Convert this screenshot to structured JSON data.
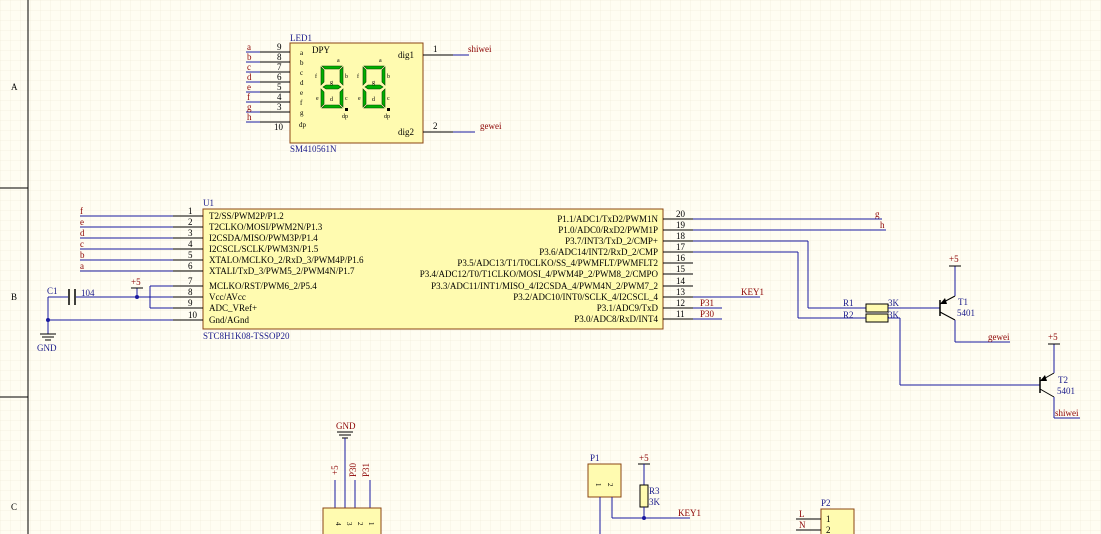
{
  "border": {
    "rows": [
      "A",
      "B",
      "C"
    ]
  },
  "led": {
    "designator": "LED1",
    "type_label": "DPY",
    "part": "SM410561N",
    "left_pins": [
      {
        "net": "a",
        "num": "9",
        "name": "a"
      },
      {
        "net": "b",
        "num": "8",
        "name": "b"
      },
      {
        "net": "c",
        "num": "7",
        "name": "c"
      },
      {
        "net": "d",
        "num": "6",
        "name": "d"
      },
      {
        "net": "e",
        "num": "5",
        "name": "e"
      },
      {
        "net": "f",
        "num": "4",
        "name": "f"
      },
      {
        "net": "g",
        "num": "3",
        "name": "g"
      },
      {
        "net": "h",
        "num": "10",
        "name": "dp"
      }
    ],
    "right_pins": [
      {
        "name": "dig1",
        "num": "1",
        "net": "shiwei"
      },
      {
        "name": "dig2",
        "num": "2",
        "net": "gewei"
      }
    ],
    "seg_labels": {
      "a": "a",
      "b": "b",
      "c": "c",
      "d": "d",
      "e": "e",
      "f": "f",
      "g": "g",
      "dp": "dp"
    }
  },
  "mcu": {
    "designator": "U1",
    "part": "STC8H1K08-TSSOP20",
    "left_pins": [
      {
        "net": "f",
        "num": "1",
        "name": "T2/SS/PWM2P/P1.2"
      },
      {
        "net": "e",
        "num": "2",
        "name": "T2CLKO/MOSI/PWM2N/P1.3"
      },
      {
        "net": "d",
        "num": "3",
        "name": "I2CSDA/MISO/PWM3P/P1.4"
      },
      {
        "net": "c",
        "num": "4",
        "name": "I2CSCL/SCLK/PWM3N/P1.5"
      },
      {
        "net": "b",
        "num": "5",
        "name": "XTALO/MCLKO_2/RxD_3/PWM4P/P1.6"
      },
      {
        "net": "a",
        "num": "6",
        "name": "XTALI/TxD_3/PWM5_2/PWM4N/P1.7"
      },
      {
        "net": "",
        "num": "7",
        "name": "MCLKO/RST/PWM6_2/P5.4"
      },
      {
        "net": "",
        "num": "8",
        "name": "Vcc/AVcc"
      },
      {
        "net": "",
        "num": "9",
        "name": "ADC_VRef+"
      },
      {
        "net": "",
        "num": "10",
        "name": "Gnd/AGnd"
      }
    ],
    "right_pins": [
      {
        "num": "20",
        "name": "P1.1/ADC1/TxD2/PWM1N",
        "net": "g"
      },
      {
        "num": "19",
        "name": "P1.0/ADC0/RxD2/PWM1P",
        "net": "h"
      },
      {
        "num": "18",
        "name": "P3.7/INT3/TxD_2/CMP+",
        "net": ""
      },
      {
        "num": "17",
        "name": "P3.6/ADC14/INT2/RxD_2/CMP",
        "net": ""
      },
      {
        "num": "16",
        "name": "P3.5/ADC13/T1/T0CLKO/SS_4/PWMFLT/PWMFLT2",
        "net": ""
      },
      {
        "num": "15",
        "name": "P3.4/ADC12/T0/T1CLKO/MOSI_4/PWM4P_2/PWM8_2/CMPO",
        "net": ""
      },
      {
        "num": "14",
        "name": "P3.3/ADC11/INT1/MISO_4/I2CSDA_4/PWM4N_2/PWM7_2",
        "net": ""
      },
      {
        "num": "13",
        "name": "P3.2/ADC10/INT0/SCLK_4/I2CSCL_4",
        "net": "KEY1"
      },
      {
        "num": "12",
        "name": "P3.1/ADC9/TxD",
        "net": "P31"
      },
      {
        "num": "11",
        "name": "P3.0/ADC8/RxD/INT4",
        "net": "P30"
      }
    ]
  },
  "cap": {
    "designator": "C1",
    "value": "104",
    "gnd_label": "GND",
    "vcc_label": "+5"
  },
  "r1": {
    "designator": "R1",
    "value": "3K"
  },
  "r2": {
    "designator": "R2",
    "value": "3K"
  },
  "t1": {
    "designator": "T1",
    "part": "5401",
    "vcc": "+5",
    "net": "gewei"
  },
  "t2": {
    "designator": "T2",
    "part": "5401",
    "vcc": "+5",
    "net": "shiwei"
  },
  "header": {
    "gnd_label": "GND",
    "nets": [
      "+5",
      "P30",
      "P31"
    ],
    "pins": [
      "4",
      "3",
      "2",
      "1"
    ]
  },
  "p1": {
    "designator": "P1",
    "pins": [
      "1",
      "2"
    ]
  },
  "r3": {
    "designator": "R3",
    "value": "3K",
    "vcc": "+5",
    "net": "KEY1"
  },
  "p2": {
    "designator": "P2",
    "pins": [
      "1",
      "2"
    ],
    "nets": [
      "L",
      "N"
    ]
  }
}
